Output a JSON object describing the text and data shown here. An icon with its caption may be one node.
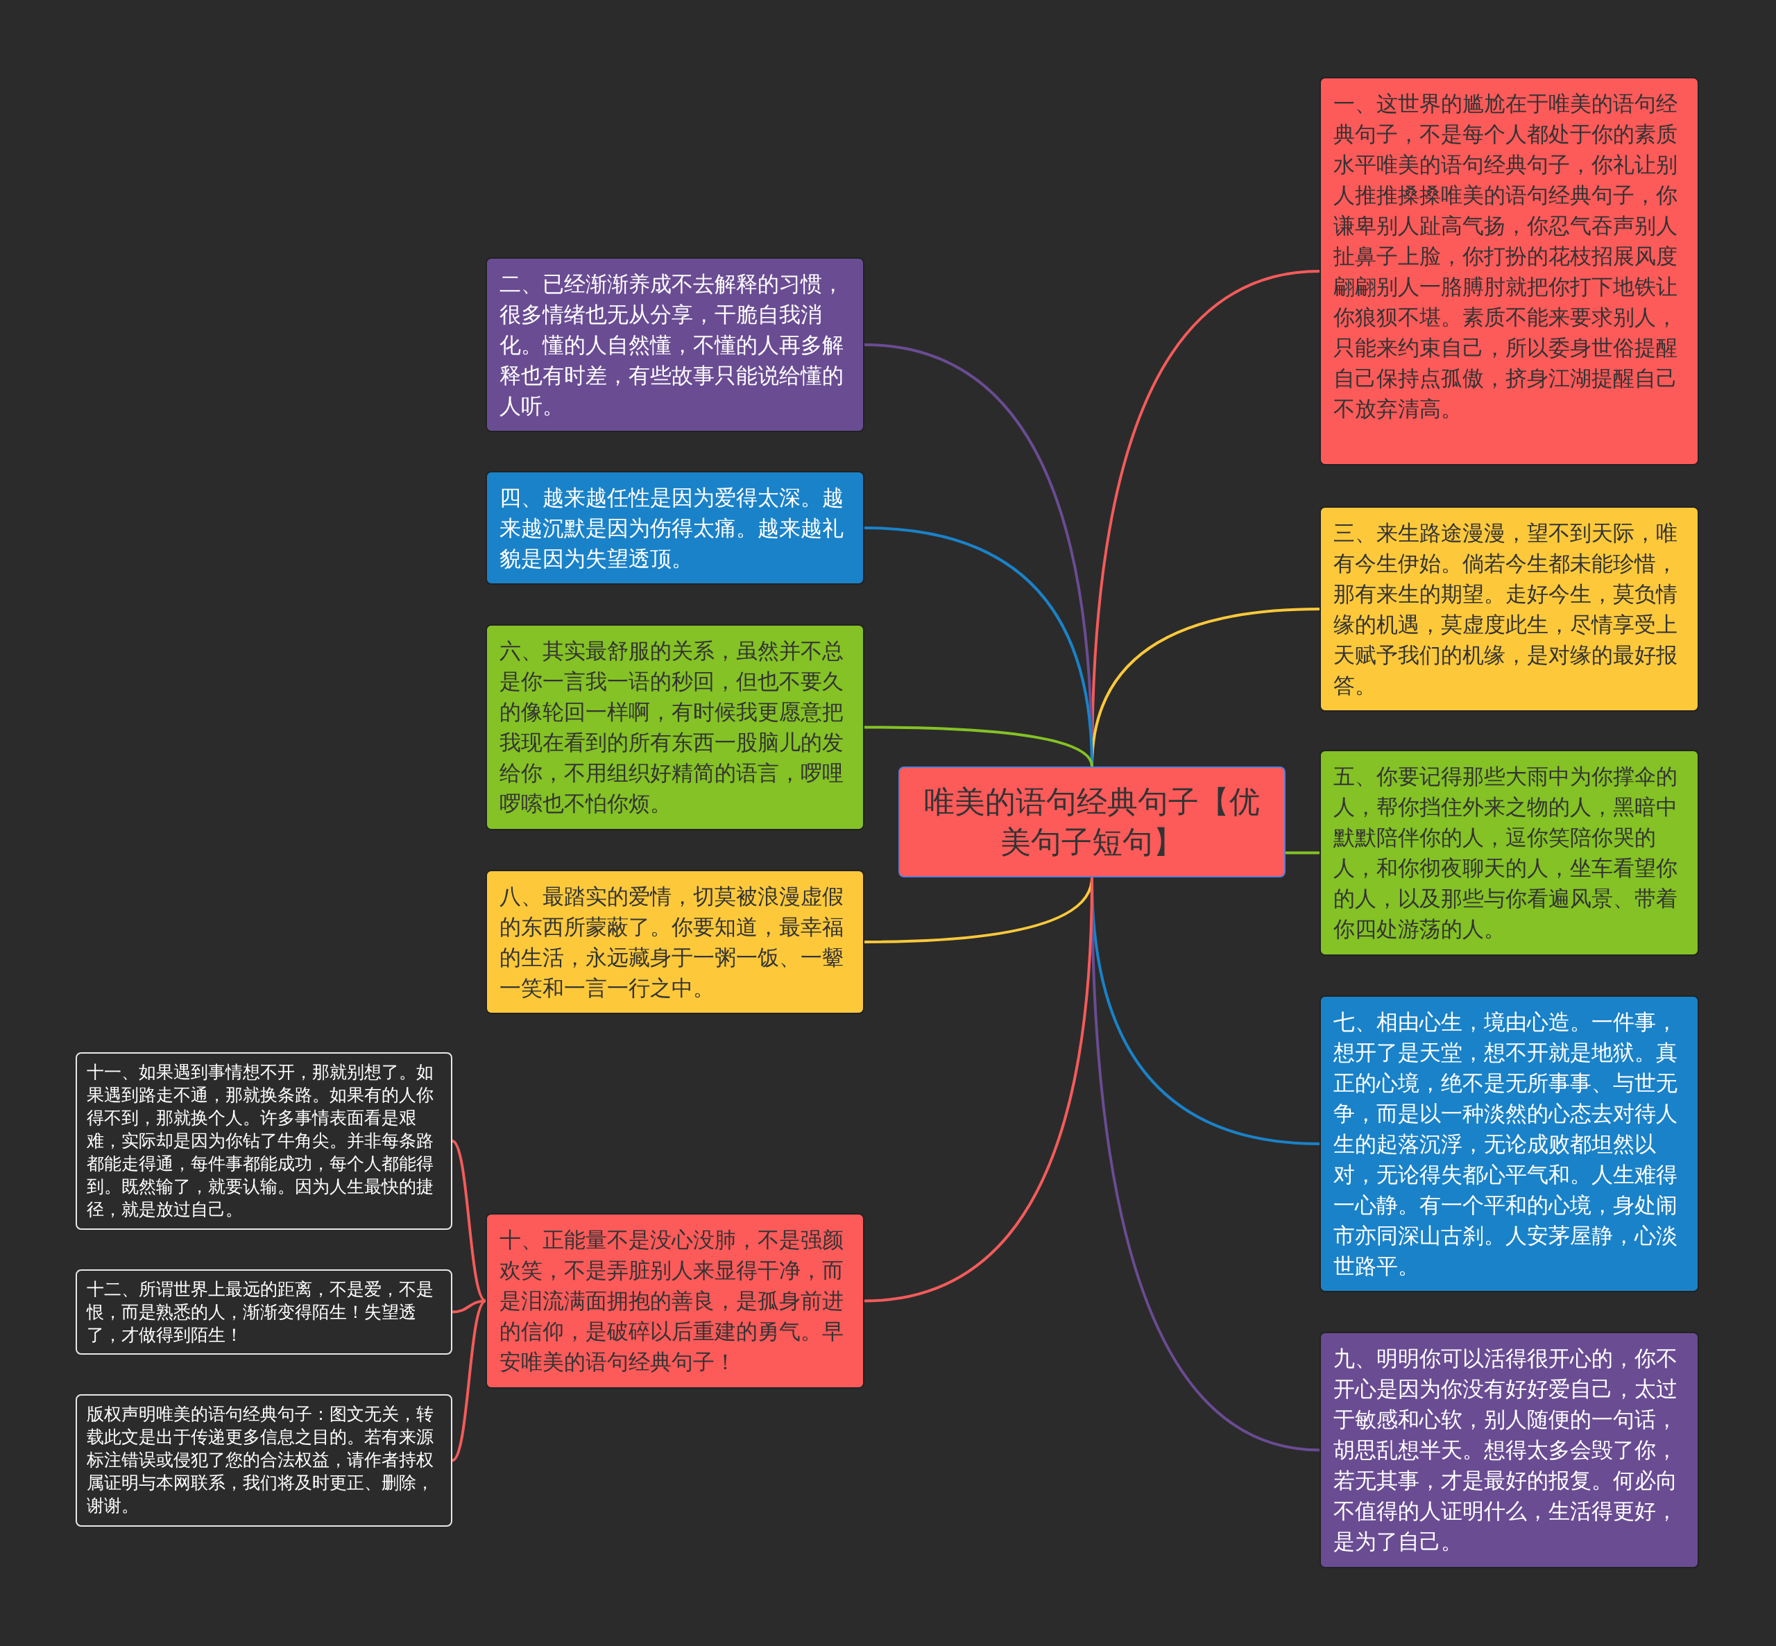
{
  "diagram": {
    "nodes": [
      {
        "text": [
          "唯美的语句经典句子【优美句子短句】"
        ]
      },
      {
        "text": [
          "一、这世界的尴尬在于唯美的语句经典句子，不是每个人都处于你的素质水平唯美的语句经典句子，你礼让别人推推搡搡唯美的语句经典句子，你谦卑别人趾高气扬，你忍气吞声别人扯鼻子上脸，你打扮的花枝招展风度翩翩别人一胳膊肘就把你打下地铁让你狼狈不堪。素质不能来要求别人，只能来约束自己，所以委身世俗提醒自己保持点孤傲，挤身江湖提醒自己不放弃清高。"
        ]
      },
      {
        "text": [
          "二、已经渐渐养成不去解释的习惯，很多情绪也无从分享，干脆自我消化。懂的人自然懂，不懂的人再多解释也有时差，有些故事只能说给懂的人听。"
        ]
      },
      {
        "text": [
          "三、来生路途漫漫，望不到天际，唯有今生伊始。倘若今生都未能珍惜，那有来生的期望。走好今生，莫负情缘的机遇，莫虚度此生，尽情享受上天赋予我们的机缘，是对缘的最好报答。"
        ]
      },
      {
        "text": [
          "四、越来越任性是因为爱得太深。越来越沉默是因为伤得太痛。越来越礼貌是因为失望透顶。"
        ]
      },
      {
        "text": [
          "五、你要记得那些大雨中为你撑伞的人，帮你挡住外来之物的人，黑暗中默默陪伴你的人，逗你笑陪你哭的人，和你彻夜聊天的人，坐车看望你的人，以及那些与你看遍风景、带着你四处游荡的人。"
        ]
      },
      {
        "text": [
          "六、其实最舒服的关系，虽然并不总是你一言我一语的秒回，但也不要久的像轮回一样啊，有时候我更愿意把我现在看到的所有东西一股脑儿的发给你，不用组织好精简的语言，啰哩啰嗦也不怕你烦。"
        ]
      },
      {
        "text": [
          "七、相由心生，境由心造。一件事，想开了是天堂，想不开就是地狱。真正的心境，绝不是无所事事、与世无争，而是以一种淡然的心态去对待人生的起落沉浮，无论成败都坦然以对，无论得失都心平气和。人生难得一心静。有一个平和的心境，身处闹市亦同深山古刹。人安茅屋静，心淡世路平。"
        ]
      },
      {
        "text": [
          "八、最踏实的爱情，切莫被浪漫虚假的东西所蒙蔽了。你要知道，最幸福的生活，永远藏身于一粥一饭、一颦一笑和一言一行之中。"
        ]
      },
      {
        "text": [
          "九、明明你可以活得很开心的，你不开心是因为你没有好好爱自己，太过于敏感和心软，别人随便的一句话，胡思乱想半天。想得太多会毁了你，若无其事，才是最好的报复。何必向不值得的人证明什么，生活得更好，是为了自己。"
        ]
      },
      {
        "text": [
          "十、正能量不是没心没肺，不是强颜欢笑，不是弄脏别人来显得干净，而是泪流满面拥抱的善良，是孤身前进的信仰，是破碎以后重建的勇气。早安唯美的语句经典句子！"
        ]
      },
      {
        "text": [
          "十一、如果遇到事情想不开，那就别想了。如果遇到路走不通，那就换条路。如果有的人你得不到，那就换个人。许多事情表面看是艰难，实际却是因为你钻了牛角尖。并非每条路都能走得通，每件事都能成功，每个人都能得到。既然输了，就要认输。因为人生最快的捷径，就是放过自己。"
        ]
      },
      {
        "text": [
          "十二、所谓世界上最远的距离，不是爱，不是恨，而是熟悉的人，渐渐变得陌生！失望透了，才做得到陌生！"
        ]
      },
      {
        "text": [
          "版权声明唯美的语句经典句子：图文无关，转载此文是出于传递更多信息之目的。若有来源标注错误或侵犯了您的合法权益，请作者持权属证明与本网联系，我们将及时更正、删除，谢谢。"
        ]
      }
    ],
    "edges": [
      {
        "from": 0,
        "to": 1,
        "arrow": "none",
        "color": "#f45b5b"
      },
      {
        "from": 0,
        "to": 2,
        "arrow": "none",
        "color": "#6a4c93"
      },
      {
        "from": 0,
        "to": 3,
        "arrow": "none",
        "color": "#fdc93b"
      },
      {
        "from": 0,
        "to": 4,
        "arrow": "none",
        "color": "#1a82c8"
      },
      {
        "from": 0,
        "to": 5,
        "arrow": "none",
        "color": "#84c225"
      },
      {
        "from": 0,
        "to": 6,
        "arrow": "none",
        "color": "#84c225"
      },
      {
        "from": 0,
        "to": 7,
        "arrow": "none",
        "color": "#1a82c8"
      },
      {
        "from": 0,
        "to": 8,
        "arrow": "none",
        "color": "#fdc93b"
      },
      {
        "from": 0,
        "to": 9,
        "arrow": "none",
        "color": "#6a4c93"
      },
      {
        "from": 0,
        "to": 10,
        "arrow": "none",
        "color": "#f45b5b"
      },
      {
        "from": 10,
        "to": 11,
        "arrow": "none",
        "color": "#f45b5b"
      },
      {
        "from": 10,
        "to": 12,
        "arrow": "none",
        "color": "#f45b5b"
      },
      {
        "from": 10,
        "to": 13,
        "arrow": "none",
        "color": "#f45b5b"
      }
    ]
  }
}
